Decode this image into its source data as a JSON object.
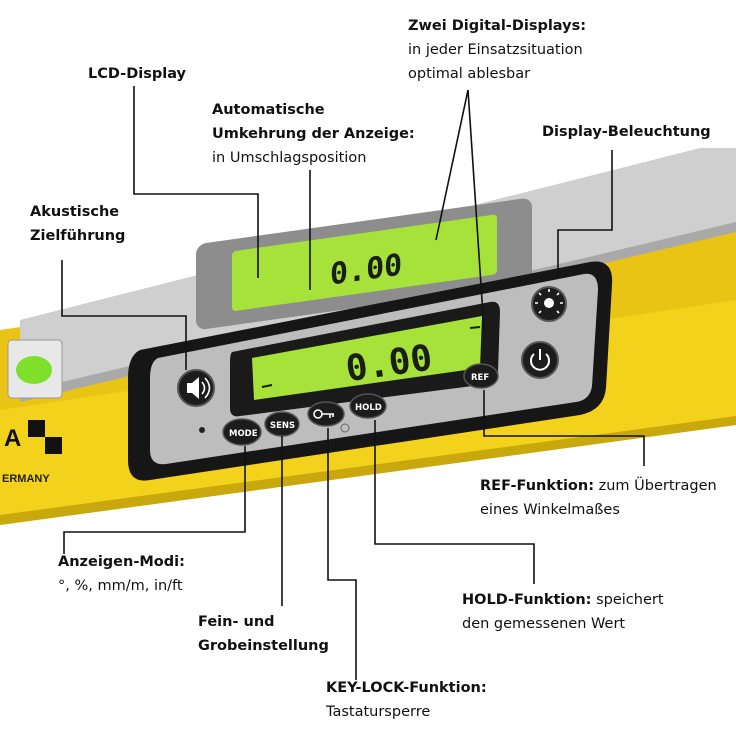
{
  "device": {
    "top_display": "0.00",
    "main_display": "0.00",
    "buttons": {
      "mode": "MODE",
      "sens": "SENS",
      "hold": "HOLD",
      "ref": "REF"
    },
    "brand_fragment": "A",
    "origin_fragment": "ERMANY",
    "colors": {
      "yellow": "#f2d21b",
      "panel": "#bdbdbd",
      "lcd": "#a6e23a",
      "button": "#1c1c1c"
    }
  },
  "labels": {
    "digital_displays": {
      "title": "Zwei Digital-Displays:",
      "line1": "in jeder Einsatzsituation",
      "line2": "optimal ablesbar"
    },
    "lcd_display": {
      "title": "LCD-Display"
    },
    "auto_reverse": {
      "title1": "Automatische",
      "title2": "Umkehrung der Anzeige:",
      "line": "in Umschlagsposition"
    },
    "backlight": {
      "title": "Display-Beleuchtung"
    },
    "acoustic": {
      "title1": "Akustische",
      "title2": "Zielführung"
    },
    "ref": {
      "title": "REF-Funktion:",
      "rest": " zum Übertragen",
      "line2": "eines Winkelmaßes"
    },
    "modes": {
      "title": "Anzeigen-Modi:",
      "line": "°, %, mm/m, in/ft"
    },
    "hold": {
      "title": "HOLD-Funktion:",
      "rest": " speichert",
      "line2": "den gemessenen Wert"
    },
    "fine": {
      "title1": "Fein- und",
      "title2": "Grobeinstellung"
    },
    "keylock": {
      "title": "KEY-LOCK-Funktion:",
      "line": "Tastatursperre"
    }
  }
}
